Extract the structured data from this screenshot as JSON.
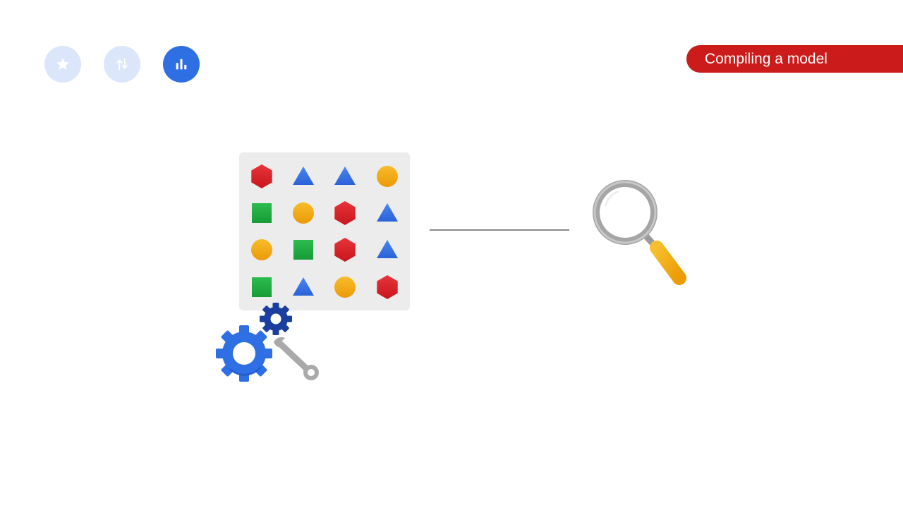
{
  "header": {
    "title": "Compiling a model"
  },
  "nav": [
    {
      "icon": "star-icon",
      "state": "inactive"
    },
    {
      "icon": "swap-vertical-icon",
      "state": "inactive"
    },
    {
      "icon": "bar-chart-icon",
      "state": "active"
    }
  ],
  "illustration": {
    "shape_grid": [
      [
        "hexagon",
        "triangle",
        "triangle",
        "circle"
      ],
      [
        "square",
        "circle",
        "hexagon",
        "triangle"
      ],
      [
        "circle",
        "square",
        "hexagon",
        "triangle"
      ],
      [
        "square",
        "triangle",
        "circle",
        "hexagon"
      ]
    ],
    "colors": {
      "hexagon": "#d91f26",
      "triangle": "#2f6fe4",
      "circle": "#f2a30f",
      "square": "#1fa83f",
      "accent": "#cc1b1b",
      "gear_large": "#2f6fe4",
      "gear_small": "#1a3f9e"
    }
  }
}
